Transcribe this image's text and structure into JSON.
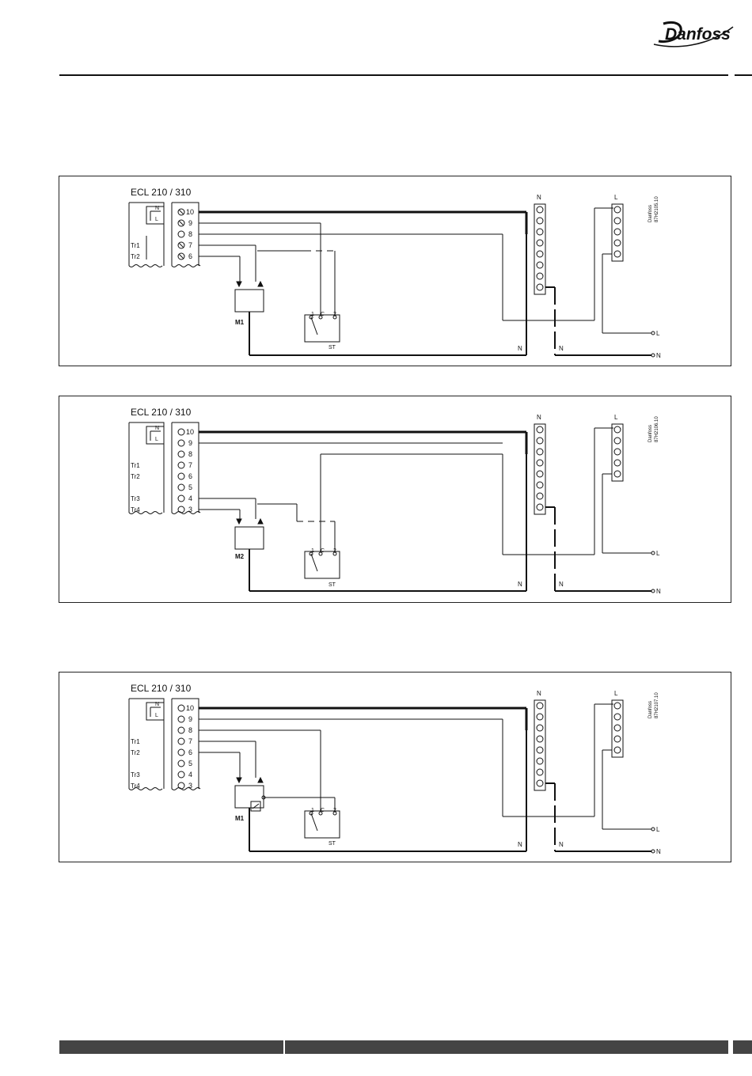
{
  "header": {
    "logo_text": "Danfoss"
  },
  "diagrams": [
    {
      "controller_label": "ECL 210 / 310",
      "supply_labels": [
        "N",
        "L"
      ],
      "terminals": [
        "10",
        "9",
        "8",
        "7",
        "6"
      ],
      "triacs": [
        "Tr1",
        "Tr2"
      ],
      "actuator": "M1",
      "thermostat": "ST",
      "thermostat_contacts": [
        "1",
        "C",
        "2"
      ],
      "busbar_n": "N",
      "busbar_l": "L",
      "wire_labels": [
        "N",
        "N"
      ],
      "outputs": [
        "L",
        "N"
      ],
      "ref_company": "Danfoss",
      "ref_code": "87H2105.10"
    },
    {
      "controller_label": "ECL 210 / 310",
      "supply_labels": [
        "N",
        "L"
      ],
      "terminals": [
        "10",
        "9",
        "8",
        "7",
        "6",
        "5",
        "4",
        "3"
      ],
      "triacs": [
        "Tr1",
        "Tr2",
        "Tr3",
        "Tr4"
      ],
      "actuator": "M2",
      "thermostat": "ST",
      "thermostat_contacts": [
        "1",
        "C",
        "2"
      ],
      "busbar_n": "N",
      "busbar_l": "L",
      "wire_labels": [
        "N",
        "N"
      ],
      "outputs": [
        "L",
        "N"
      ],
      "ref_company": "Danfoss",
      "ref_code": "87H2106.10"
    },
    {
      "controller_label": "ECL 210 / 310",
      "supply_labels": [
        "N",
        "L"
      ],
      "terminals": [
        "10",
        "9",
        "8",
        "7",
        "6",
        "5",
        "4",
        "3"
      ],
      "triacs": [
        "Tr1",
        "Tr2",
        "Tr3",
        "Tr4"
      ],
      "actuator": "M1",
      "thermostat": "ST",
      "thermostat_contacts": [
        "1",
        "C",
        "2"
      ],
      "busbar_n": "N",
      "busbar_l": "L",
      "wire_labels": [
        "N",
        "N"
      ],
      "outputs": [
        "L",
        "N"
      ],
      "ref_company": "Danfoss",
      "ref_code": "87H2107.10"
    }
  ]
}
